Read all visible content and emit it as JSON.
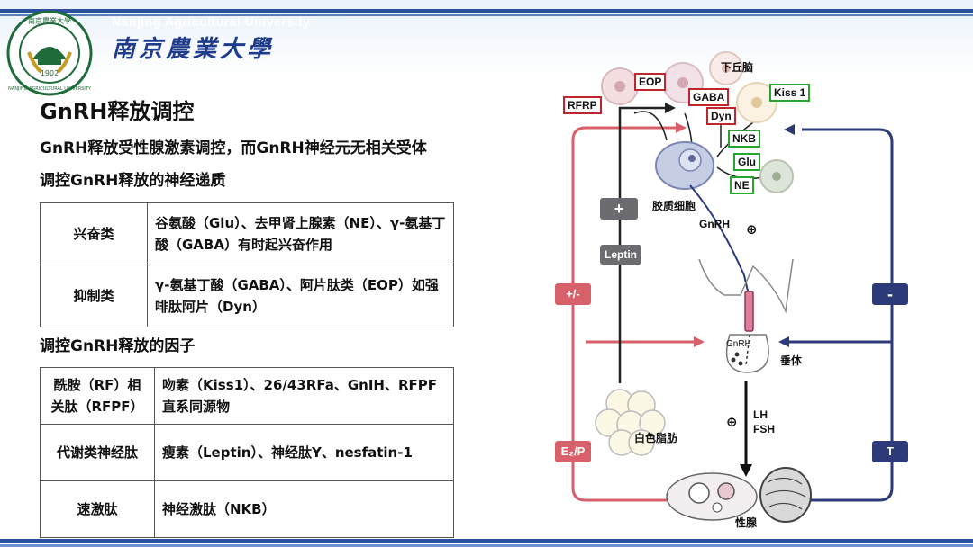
{
  "header": {
    "university_en": "Nanjing Agricultural University",
    "university_cn": "南京農業大學",
    "logo_year": "1902",
    "logo_ring_text": "NANJING AGRICULTURAL UNIVERSITY",
    "logo_cn": "南京農業大學"
  },
  "slide": {
    "title": "GnRH释放调控",
    "subtitle_1": "GnRH释放受性腺激素调控，而GnRH神经元无相关受体",
    "subtitle_2": "调控GnRH释放的神经递质",
    "subtitle_3": "调控GnRH释放的因子"
  },
  "neurotransmitters": [
    {
      "category": "兴奋类",
      "description": "谷氨酸（Glu）、去甲肾上腺素（NE）、γ-氨基丁酸（GABA）有时起兴奋作用"
    },
    {
      "category": "抑制类",
      "description": "γ-氨基丁酸（GABA）、阿片肽类（EOP）如强啡肽阿片（Dyn）"
    }
  ],
  "factors": [
    {
      "category": "酰胺（RF）相关肽（RFPF）",
      "description": "吻素（Kiss1）、26/43RFa、GnIH、RFPF直系同源物"
    },
    {
      "category": "代谢类神经肽",
      "description": "瘦素（Leptin）、神经肽Y、nesfatin-1"
    },
    {
      "category": "速激肽",
      "description": "神经激肽（NKB）"
    }
  ],
  "diagram": {
    "hypothalamus": "下丘脑",
    "glia": "胶质细胞",
    "gnrh": "GnRH",
    "gnrh_small": "GnRH",
    "pituitary": "垂体",
    "adipose": "白色脂肪",
    "gonad": "性腺",
    "lh": "LH",
    "fsh": "FSH",
    "plus_sign": "+",
    "leptin": "Leptin",
    "plus_minus": "+/-",
    "e2p": "E₂/P",
    "minus_sign": "-",
    "t_sign": "T",
    "circle_plus": "⊕",
    "boxes_red": [
      "RFRP",
      "EOP",
      "GABA",
      "Dyn"
    ],
    "boxes_green": [
      "Kiss 1",
      "NKB",
      "Glu",
      "NE"
    ]
  },
  "colors": {
    "accent_blue": "#2c4fa0",
    "feedback_red": "#d8606a",
    "feedback_navy": "#2c3a7a",
    "gray_pill": "#6c6c70",
    "box_red": "#c0252b",
    "box_green": "#27a52e"
  }
}
